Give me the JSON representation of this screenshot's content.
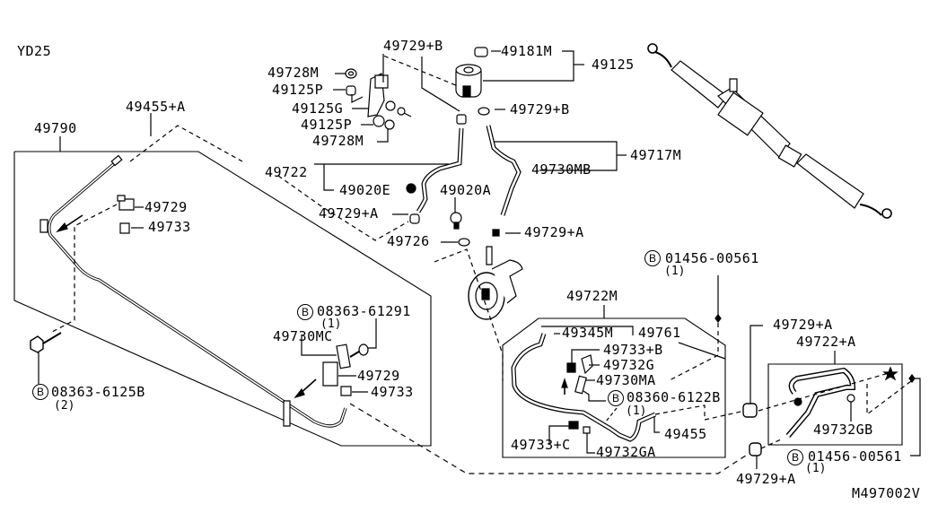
{
  "diagram": {
    "engine_code": "YD25",
    "figure_code": "M497002V",
    "title": "Power steering piping diagram",
    "parts": {
      "p49790": "49790",
      "p49455A": "49455+A",
      "p49729_left": "49729",
      "p49733_left": "49733",
      "bolt_left": {
        "badge": "B",
        "number": "08363-6125B",
        "qty": "(2)"
      },
      "bolt_mid": {
        "badge": "B",
        "number": "08363-61291",
        "qty": "(1)"
      },
      "p49730MC": "49730MC",
      "p49729_mid": "49729",
      "p49733_mid": "49733",
      "p49728M_top": "49728M",
      "p49125P_top": "49125P",
      "p49125G": "49125G",
      "p49125P_bot": "49125P",
      "p49728M_bot": "49728M",
      "p49729B_top": "49729+B",
      "p49181M": "49181M",
      "p49125": "49125",
      "p49729B_right": "49729+B",
      "p49722": "49722",
      "p49020E": "49020E",
      "p49020A": "49020A",
      "p49729A_left": "49729+A",
      "p49726": "49726",
      "p49730MB": "49730MB",
      "p49717M": "49717M",
      "p49729A_mid": "49729+A",
      "bolt_top_right": {
        "badge": "B",
        "number": "01456-00561",
        "qty": "(1)"
      },
      "p49722M": "49722M",
      "p49345M": "49345M",
      "p49761": "49761",
      "p49733B": "49733+B",
      "p49732G": "49732G",
      "p49730MA": "49730MA",
      "bolt_inner": {
        "badge": "B",
        "number": "08360-6122B",
        "qty": "(1)"
      },
      "p49455": "49455",
      "p49733C": "49733+C",
      "p49732GA": "49732GA",
      "p49729A_right_top": "49729+A",
      "p49722A": "49722+A",
      "p49732GB": "49732GB",
      "bolt_bottom_right": {
        "badge": "B",
        "number": "01456-00561",
        "qty": "(1)"
      },
      "p49729A_right_bot": "49729+A"
    }
  }
}
